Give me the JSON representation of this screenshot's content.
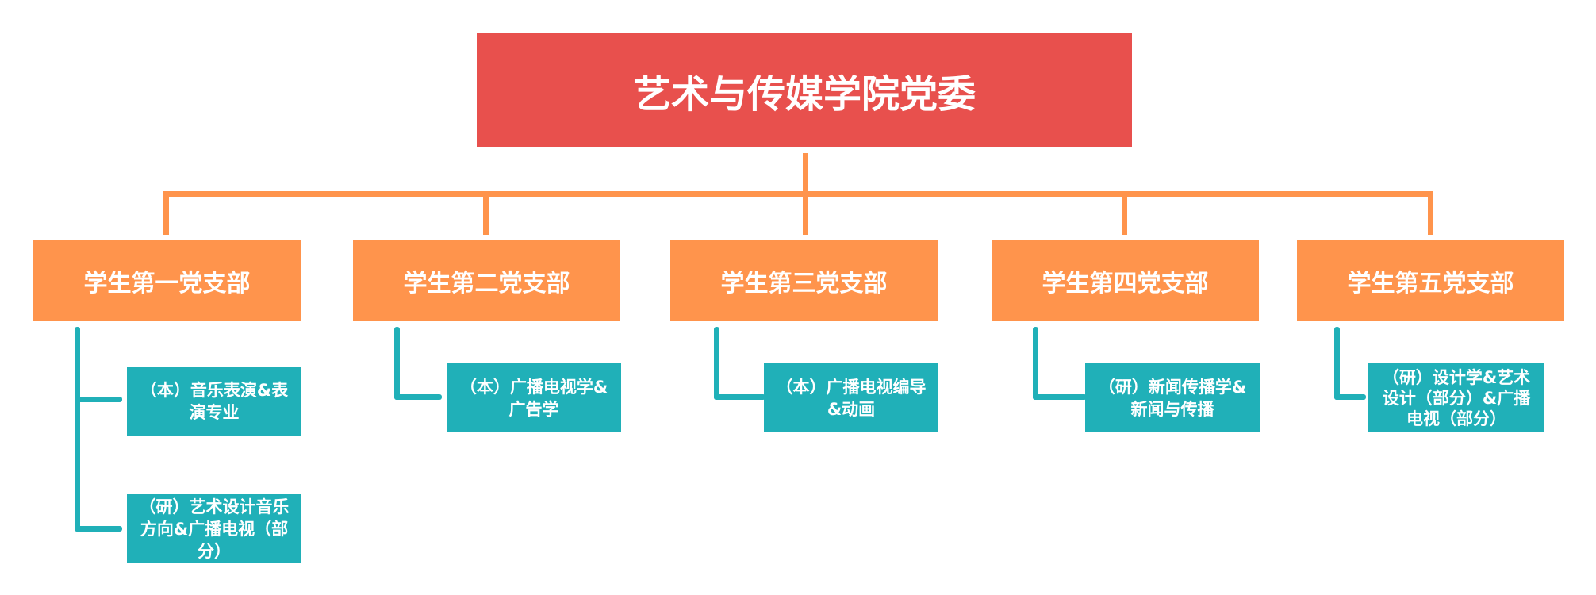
{
  "colors": {
    "root": "#E8504D",
    "branch": "#FF944C",
    "leaf": "#20B0B8",
    "text": "#FFFFFF"
  },
  "root": {
    "label": "艺术与传媒学院党委"
  },
  "branches": [
    {
      "label": "学生第一党支部",
      "children": [
        {
          "label": "（本）音乐表演&表演专业"
        },
        {
          "label": "（研）艺术设计音乐方向&广播电视（部分）"
        }
      ]
    },
    {
      "label": "学生第二党支部",
      "children": [
        {
          "label": "（本）广播电视学&广告学"
        }
      ]
    },
    {
      "label": "学生第三党支部",
      "children": [
        {
          "label": "（本）广播电视编导&动画"
        }
      ]
    },
    {
      "label": "学生第四党支部",
      "children": [
        {
          "label": "（研）新闻传播学&新闻与传播"
        }
      ]
    },
    {
      "label": "学生第五党支部",
      "children": [
        {
          "label": "（研）设计学&艺术设计（部分）&广播电视（部分）"
        }
      ]
    }
  ]
}
